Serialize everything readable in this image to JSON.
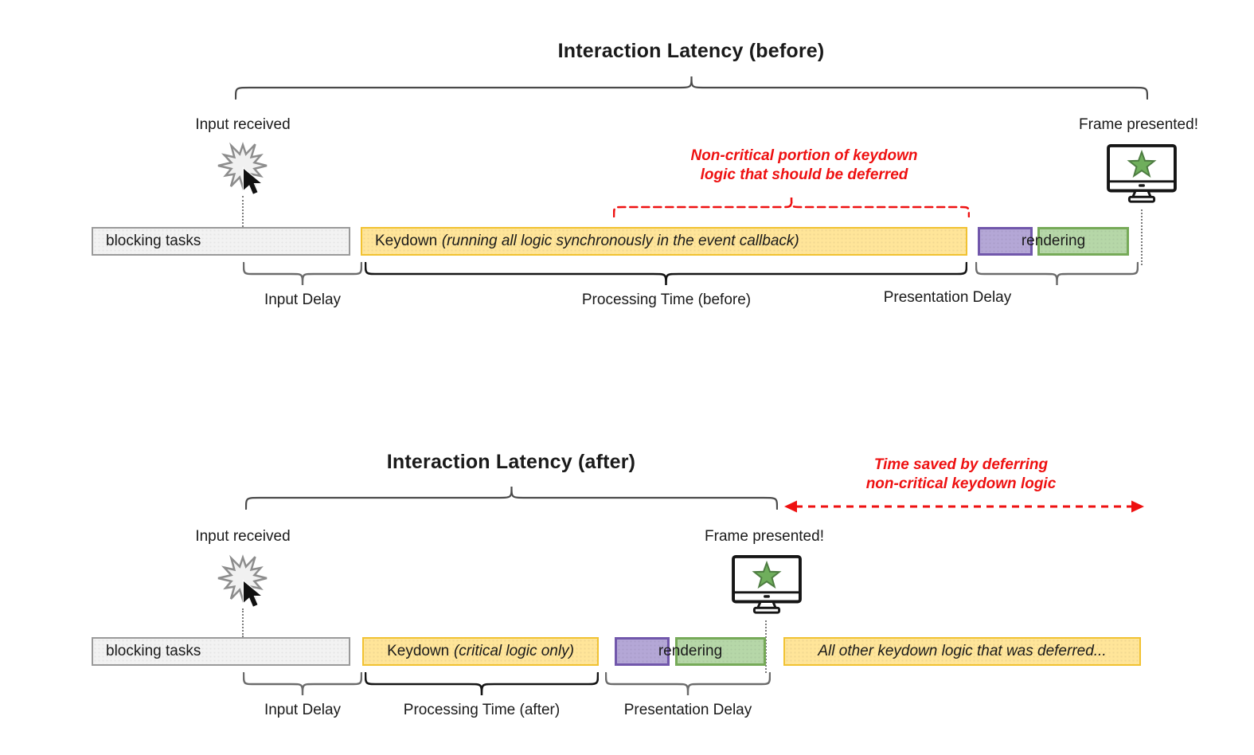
{
  "colors": {
    "text": "#1a1a1a",
    "red": "#ee1111",
    "yellow_fill": "#ffe599",
    "yellow_border": "#f1c232",
    "purple_fill": "#b4a7d6",
    "purple_border": "#7157ab",
    "green_fill": "#b6d7a8",
    "green_border": "#76aa58",
    "gray_fill": "#f2f2f2",
    "gray_border": "#9a9a9a",
    "star_green": "#6fae5c"
  },
  "icons": {
    "click_burst": "click-burst-icon",
    "cursor": "mouse-cursor-icon",
    "monitor": "monitor-icon",
    "star": "star-icon"
  },
  "before": {
    "title": "Interaction Latency (before)",
    "input_received": "Input received",
    "frame_presented": "Frame presented!",
    "note_line1": "Non-critical portion of keydown",
    "note_line2": "logic that should be deferred",
    "bars": {
      "blocking": "blocking tasks",
      "keydown_prefix": "Keydown",
      "keydown_detail": "(running all logic synchronously in the event callback)",
      "rendering": "rendering"
    },
    "labels": {
      "input_delay": "Input Delay",
      "processing": "Processing Time (before)",
      "presentation": "Presentation Delay"
    }
  },
  "after": {
    "title": "Interaction Latency (after)",
    "input_received": "Input received",
    "frame_presented": "Frame presented!",
    "note_line1": "Time saved by deferring",
    "note_line2": "non-critical keydown logic",
    "bars": {
      "blocking": "blocking tasks",
      "keydown_prefix": "Keydown",
      "keydown_detail": "(critical logic only)",
      "rendering": "rendering",
      "deferred": "All other keydown logic that was deferred..."
    },
    "labels": {
      "input_delay": "Input Delay",
      "processing": "Processing Time (after)",
      "presentation": "Presentation Delay"
    }
  }
}
